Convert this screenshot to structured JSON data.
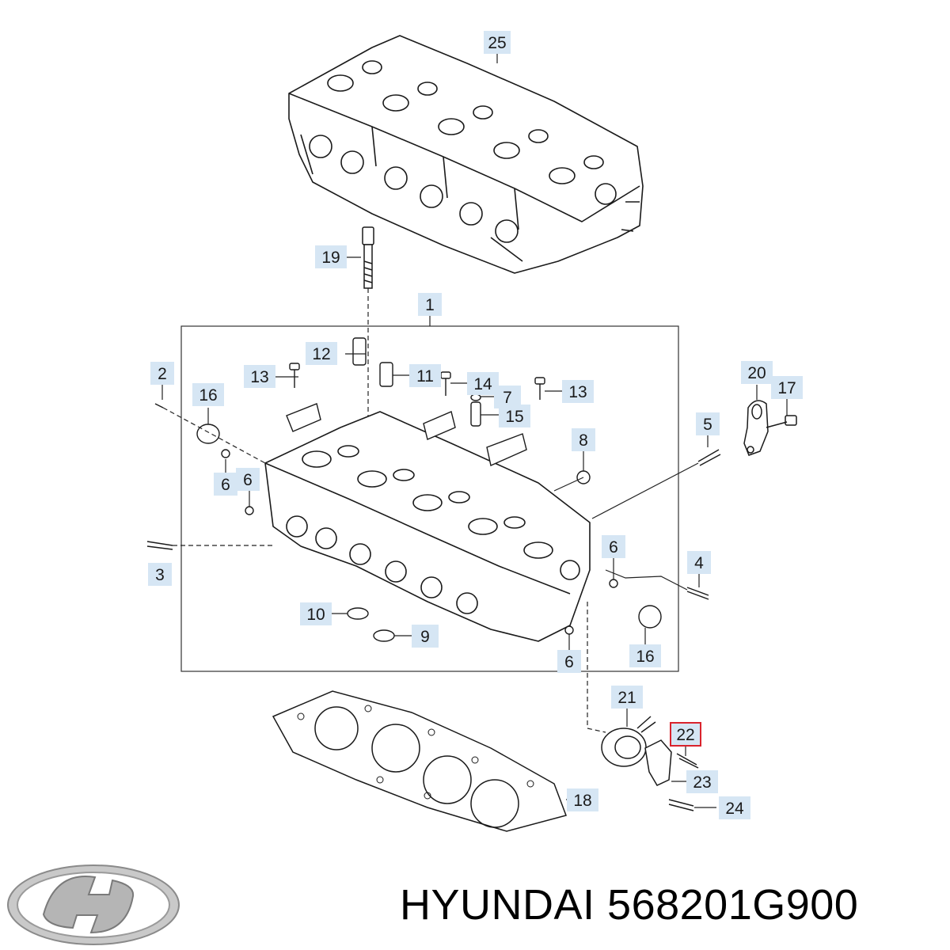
{
  "diagram": {
    "callouts": [
      {
        "id": "c25",
        "label": "25"
      },
      {
        "id": "c19",
        "label": "19"
      },
      {
        "id": "c1",
        "label": "1"
      },
      {
        "id": "c2",
        "label": "2"
      },
      {
        "id": "c12",
        "label": "12"
      },
      {
        "id": "c13a",
        "label": "13"
      },
      {
        "id": "c11",
        "label": "11"
      },
      {
        "id": "c14",
        "label": "14"
      },
      {
        "id": "c7",
        "label": "7"
      },
      {
        "id": "c13b",
        "label": "13"
      },
      {
        "id": "c15",
        "label": "15"
      },
      {
        "id": "c16a",
        "label": "16"
      },
      {
        "id": "c20",
        "label": "20"
      },
      {
        "id": "c17",
        "label": "17"
      },
      {
        "id": "c5",
        "label": "5"
      },
      {
        "id": "c8",
        "label": "8"
      },
      {
        "id": "c6a",
        "label": "6"
      },
      {
        "id": "c6b",
        "label": "6"
      },
      {
        "id": "c6c",
        "label": "6"
      },
      {
        "id": "c3",
        "label": "3"
      },
      {
        "id": "c4",
        "label": "4"
      },
      {
        "id": "c10",
        "label": "10"
      },
      {
        "id": "c9",
        "label": "9"
      },
      {
        "id": "c6d",
        "label": "6"
      },
      {
        "id": "c16b",
        "label": "16"
      },
      {
        "id": "c21",
        "label": "21"
      },
      {
        "id": "c22",
        "label": "22",
        "highlighted": true
      },
      {
        "id": "c23",
        "label": "23"
      },
      {
        "id": "c18",
        "label": "18"
      },
      {
        "id": "c24",
        "label": "24"
      }
    ]
  },
  "caption": {
    "brand": "HYUNDAI",
    "part_number": "568201G900"
  },
  "logo": {
    "icon": "hyundai-logo-icon"
  },
  "colors": {
    "callout_fill": "#d6e6f4",
    "highlight_border": "#d9232d",
    "line": "#222222"
  }
}
